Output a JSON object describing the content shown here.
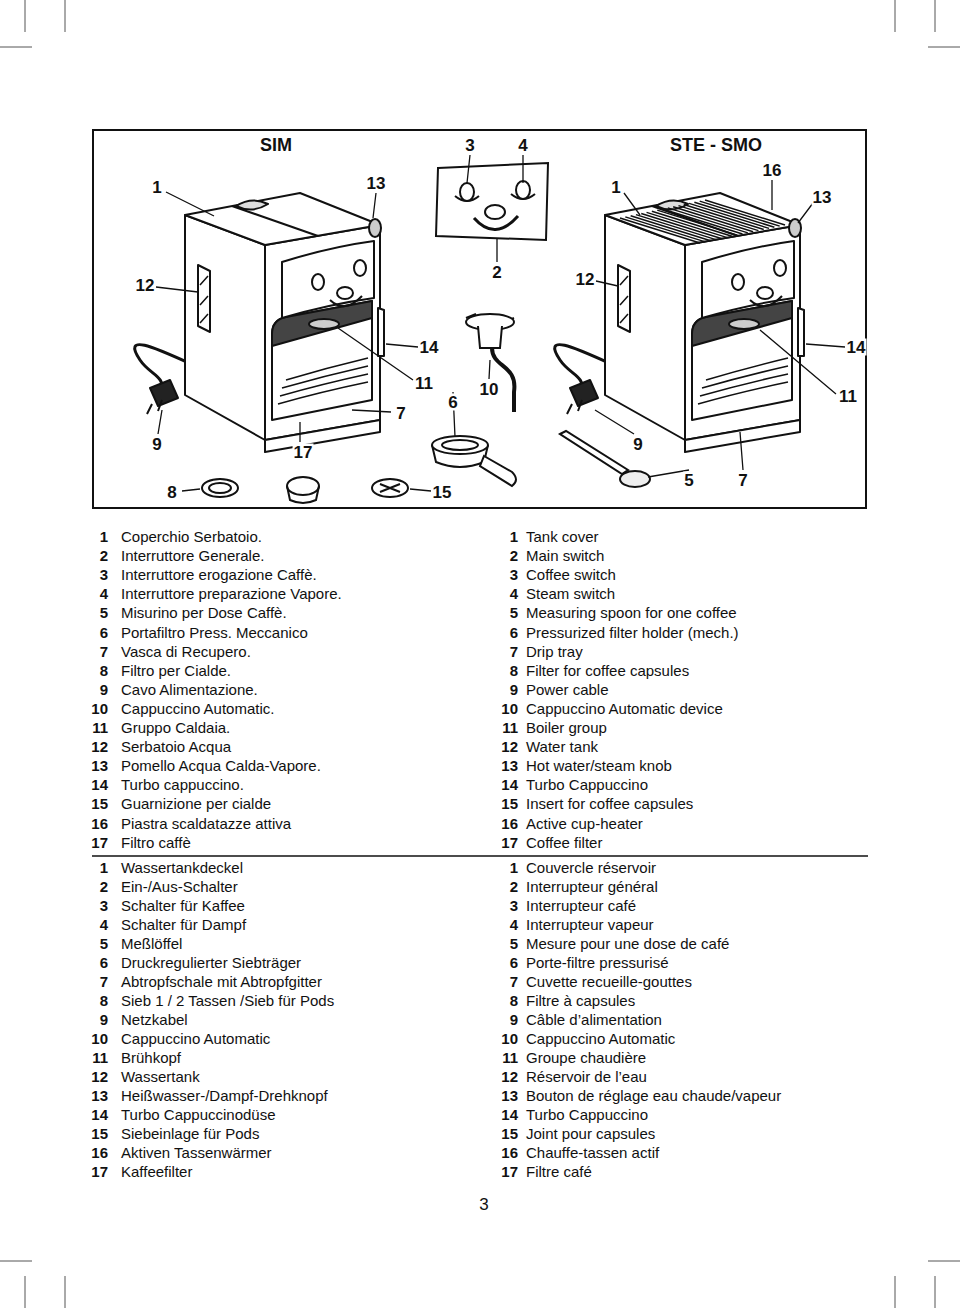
{
  "diagram": {
    "labels": [
      "SIM",
      "3",
      "4",
      "STE - SMO",
      "1",
      "13",
      "1",
      "16",
      "13",
      "12",
      "2",
      "12",
      "14",
      "14",
      "11",
      "7",
      "6",
      "10",
      "11",
      "9",
      "17",
      "9",
      "8",
      "15",
      "5",
      "7",
      "1",
      "Coperchio Serbatoio.",
      "2",
      "Interruttore Generale.",
      "3",
      "Interruttore erogazione Caffè.",
      "4",
      "Interruttore preparazione Vapore.",
      "5",
      "Misurino per Dose Caffè.",
      "6",
      "Portafiltro Press. Meccanico",
      "7",
      "Vasca di Recupero.",
      "8",
      "Filtro per Cialde.",
      "9",
      "Cavo Alimentazione.",
      "10",
      "Cappuccino Automatic.",
      "11",
      "Gruppo Caldaia.",
      "12",
      "Serbatoio Acqua",
      "13",
      "Pomello Acqua Calda-Vapore.",
      "14",
      "Turbo cappuccino.",
      "15",
      "Guarnizione per cialde",
      "16",
      "Piastra scaldatazze attiva",
      "17",
      "Filtro caffè",
      "1",
      "Tank cover",
      "2",
      "Main switch",
      "3",
      "Coffee switch",
      "4",
      "Steam switch",
      "5",
      "Measuring spoon for one coffee",
      "6",
      "Pressurized filter holder (mech.)",
      "7",
      "Drip tray",
      "8",
      "Filter for coffee capsules",
      "9",
      "Power cable",
      "10",
      "Cappuccino Automatic device",
      "11",
      "Boiler group",
      "12",
      "Water tank",
      "13",
      "Hot water/steam knob",
      "14",
      "Turbo Cappuccino",
      "15",
      "Insert for coffee capsules",
      "16",
      "Active cup-heater",
      "17",
      "Coffee filter",
      "1",
      "Wassertankdeckel",
      "2",
      "Ein-/Aus-Schalter",
      "3",
      "Schalter für Kaffee",
      "4",
      "Schalter für Dampf",
      "5",
      "Meßlöffel",
      "6",
      "Druckregulierter Siebträger",
      "7",
      "Abtropfschale mit Abtropfgitter",
      "8",
      "Sieb 1 / 2 Tassen /Sieb für Pods",
      "9",
      "Netzkabel",
      "10",
      "Cappuccino Automatic",
      "11",
      "Brühkopf",
      "12",
      "Wassertank",
      "13",
      "Heißwasser-/Dampf-Drehknopf",
      "14",
      "Turbo Cappuccinodüse",
      "15",
      "Siebeinlage für Pods",
      "16",
      "Aktiven Tassenwärmer",
      "17",
      "Kaffeefilter",
      "1",
      "Couvercle réservoir",
      "2",
      "Interrupteur général",
      "3",
      "Interrupteur café",
      "4",
      "Interrupteur vapeur",
      "5",
      "Mesure pour une dose de café",
      "6",
      "Porte-filtre pressurisé",
      "7",
      "Cuvette recueille-gouttes",
      "8",
      "Filtre à capsules",
      "9",
      "Câble d’alimentation",
      "10",
      "Cappuccino Automatic",
      "11",
      "Groupe chaudière",
      "12",
      "Réservoir de l’eau",
      "13",
      "Bouton de réglage eau chaude/vapeur",
      "14",
      "Turbo Cappuccino",
      "15",
      "Joint pour capsules",
      "16",
      "Chauffe-tassen actif",
      "17",
      "Filtre café",
      "3"
    ]
  }
}
